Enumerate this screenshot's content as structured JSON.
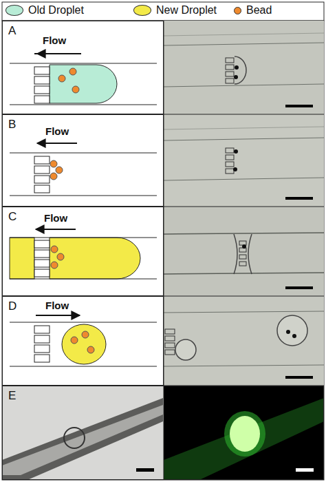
{
  "diagram": {
    "nodes": [
      {
        "text": [
          "A",
          "Flow"
        ]
      },
      {
        "text": [
          "B",
          "Flow"
        ]
      },
      {
        "text": [
          "C",
          "Flow"
        ]
      },
      {
        "text": [
          "D",
          "Flow"
        ]
      },
      {
        "text": [
          "E"
        ]
      }
    ],
    "legend": [
      {
        "text": "Old Droplet",
        "color": "#b8ecd6"
      },
      {
        "text": "New Droplet",
        "color": "#f3ea48"
      },
      {
        "text": "Bead",
        "color": "#ef8a2e"
      }
    ]
  }
}
